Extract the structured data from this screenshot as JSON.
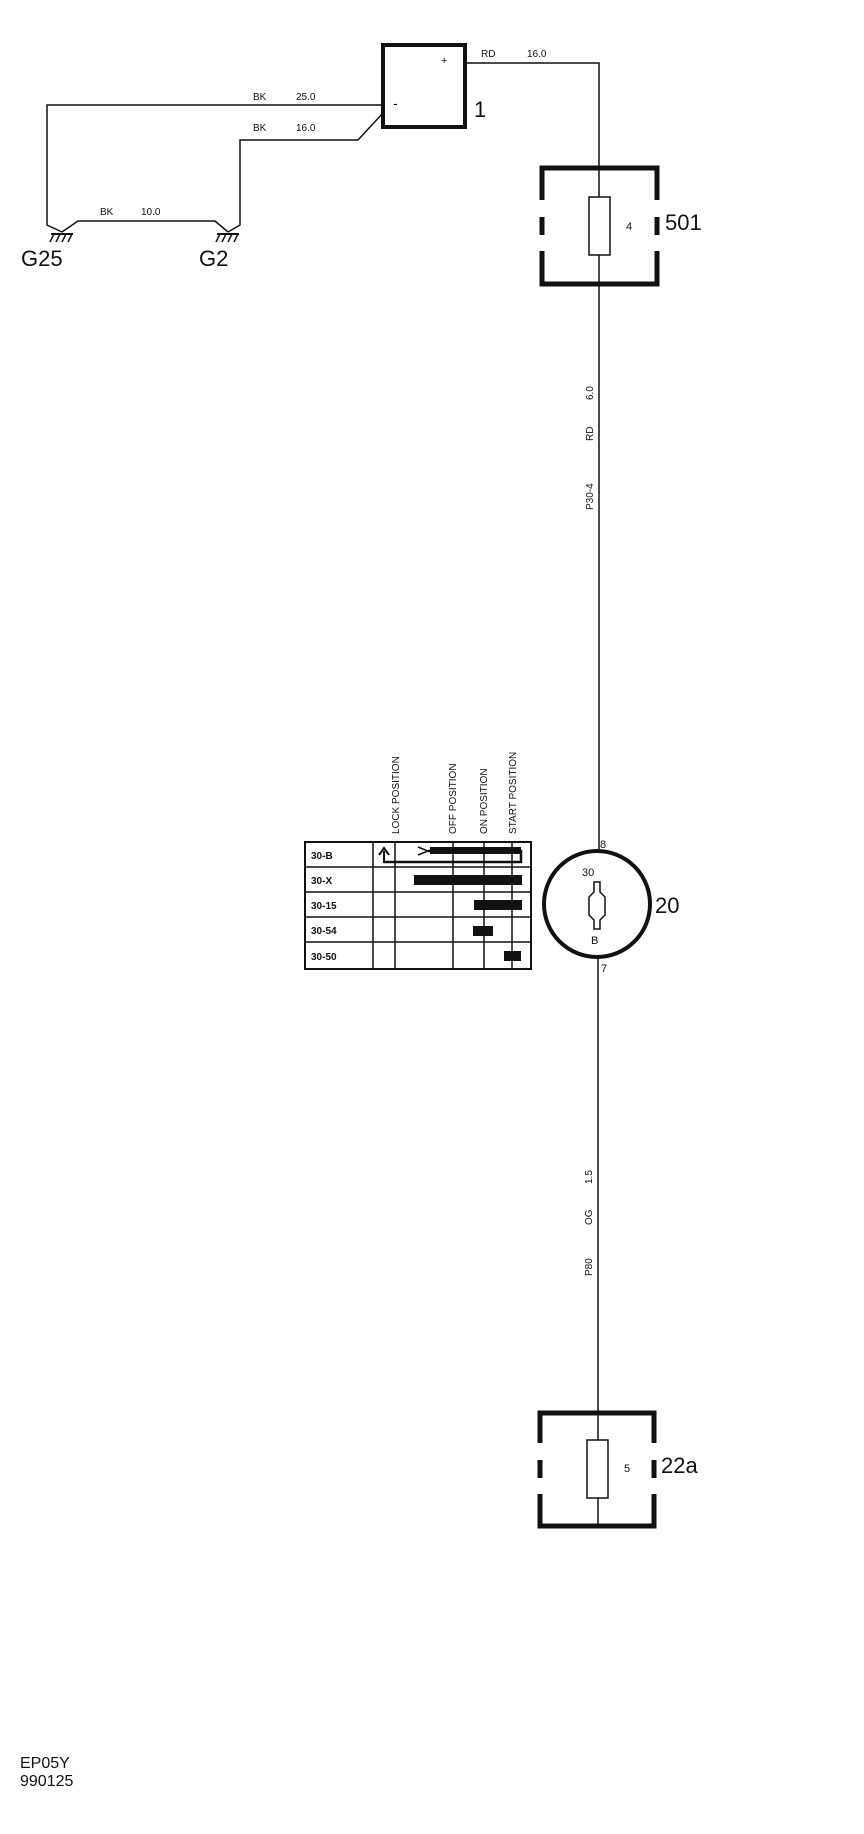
{
  "components": {
    "battery": {
      "id": "1",
      "plus": "+",
      "minus": "-"
    },
    "fuse_box_top": {
      "id": "501",
      "fuse": "4"
    },
    "ignition_switch": {
      "id": "20",
      "pin_top": "8",
      "pin_bottom": "7",
      "label_top": "30",
      "label_bottom": "B"
    },
    "fuse_box_bottom": {
      "id": "22a",
      "fuse": "5"
    }
  },
  "grounds": {
    "g25": "G25",
    "g2": "G2"
  },
  "wires": {
    "battery_pos": {
      "color": "RD",
      "size": "16.0"
    },
    "battery_neg_g25": {
      "color": "BK",
      "size": "25.0"
    },
    "battery_neg_g2": {
      "color": "BK",
      "size": "16.0"
    },
    "ground_link": {
      "color": "BK",
      "size": "10.0"
    },
    "fuse_to_switch": {
      "size": "6.0",
      "color": "RD",
      "circuit": "P30-4"
    },
    "switch_to_fuse": {
      "size": "1.5",
      "color": "OG",
      "circuit": "P80"
    }
  },
  "switch_table": {
    "positions": [
      "LOCK POSITION",
      "OFF POSITION",
      "ON POSITION",
      "START POSITION"
    ],
    "rows": [
      "30-B",
      "30-X",
      "30-15",
      "30-54",
      "30-50"
    ]
  },
  "document": {
    "code": "EP05Y",
    "date": "990125"
  }
}
